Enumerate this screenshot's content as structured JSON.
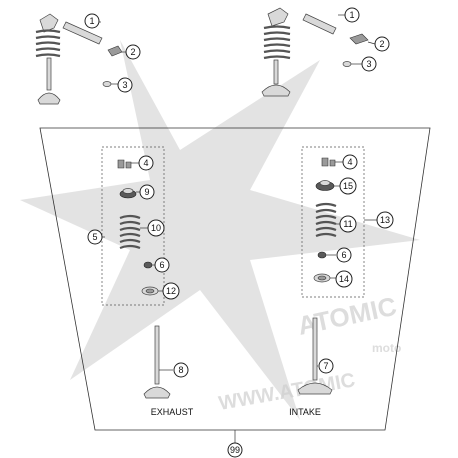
{
  "callouts": [
    {
      "id": "1a",
      "label": "1"
    },
    {
      "id": "2a",
      "label": "2"
    },
    {
      "id": "3a",
      "label": "3"
    },
    {
      "id": "1b",
      "label": "1"
    },
    {
      "id": "2b",
      "label": "2"
    },
    {
      "id": "3b",
      "label": "3"
    },
    {
      "id": "4a",
      "label": "4"
    },
    {
      "id": "9",
      "label": "9"
    },
    {
      "id": "5",
      "label": "5"
    },
    {
      "id": "10",
      "label": "10"
    },
    {
      "id": "6a",
      "label": "6"
    },
    {
      "id": "12",
      "label": "12"
    },
    {
      "id": "4b",
      "label": "4"
    },
    {
      "id": "15",
      "label": "15"
    },
    {
      "id": "13",
      "label": "13"
    },
    {
      "id": "11",
      "label": "11"
    },
    {
      "id": "6b",
      "label": "6"
    },
    {
      "id": "14",
      "label": "14"
    },
    {
      "id": "8",
      "label": "8"
    },
    {
      "id": "7",
      "label": "7"
    },
    {
      "id": "99",
      "label": "99"
    }
  ],
  "captions": {
    "exhaust": "EXHAUST",
    "intake": "INTAKE"
  },
  "watermark": {
    "logo": "ATOMIC",
    "moto": "moto",
    "site": "WWW.ATOMIC"
  }
}
